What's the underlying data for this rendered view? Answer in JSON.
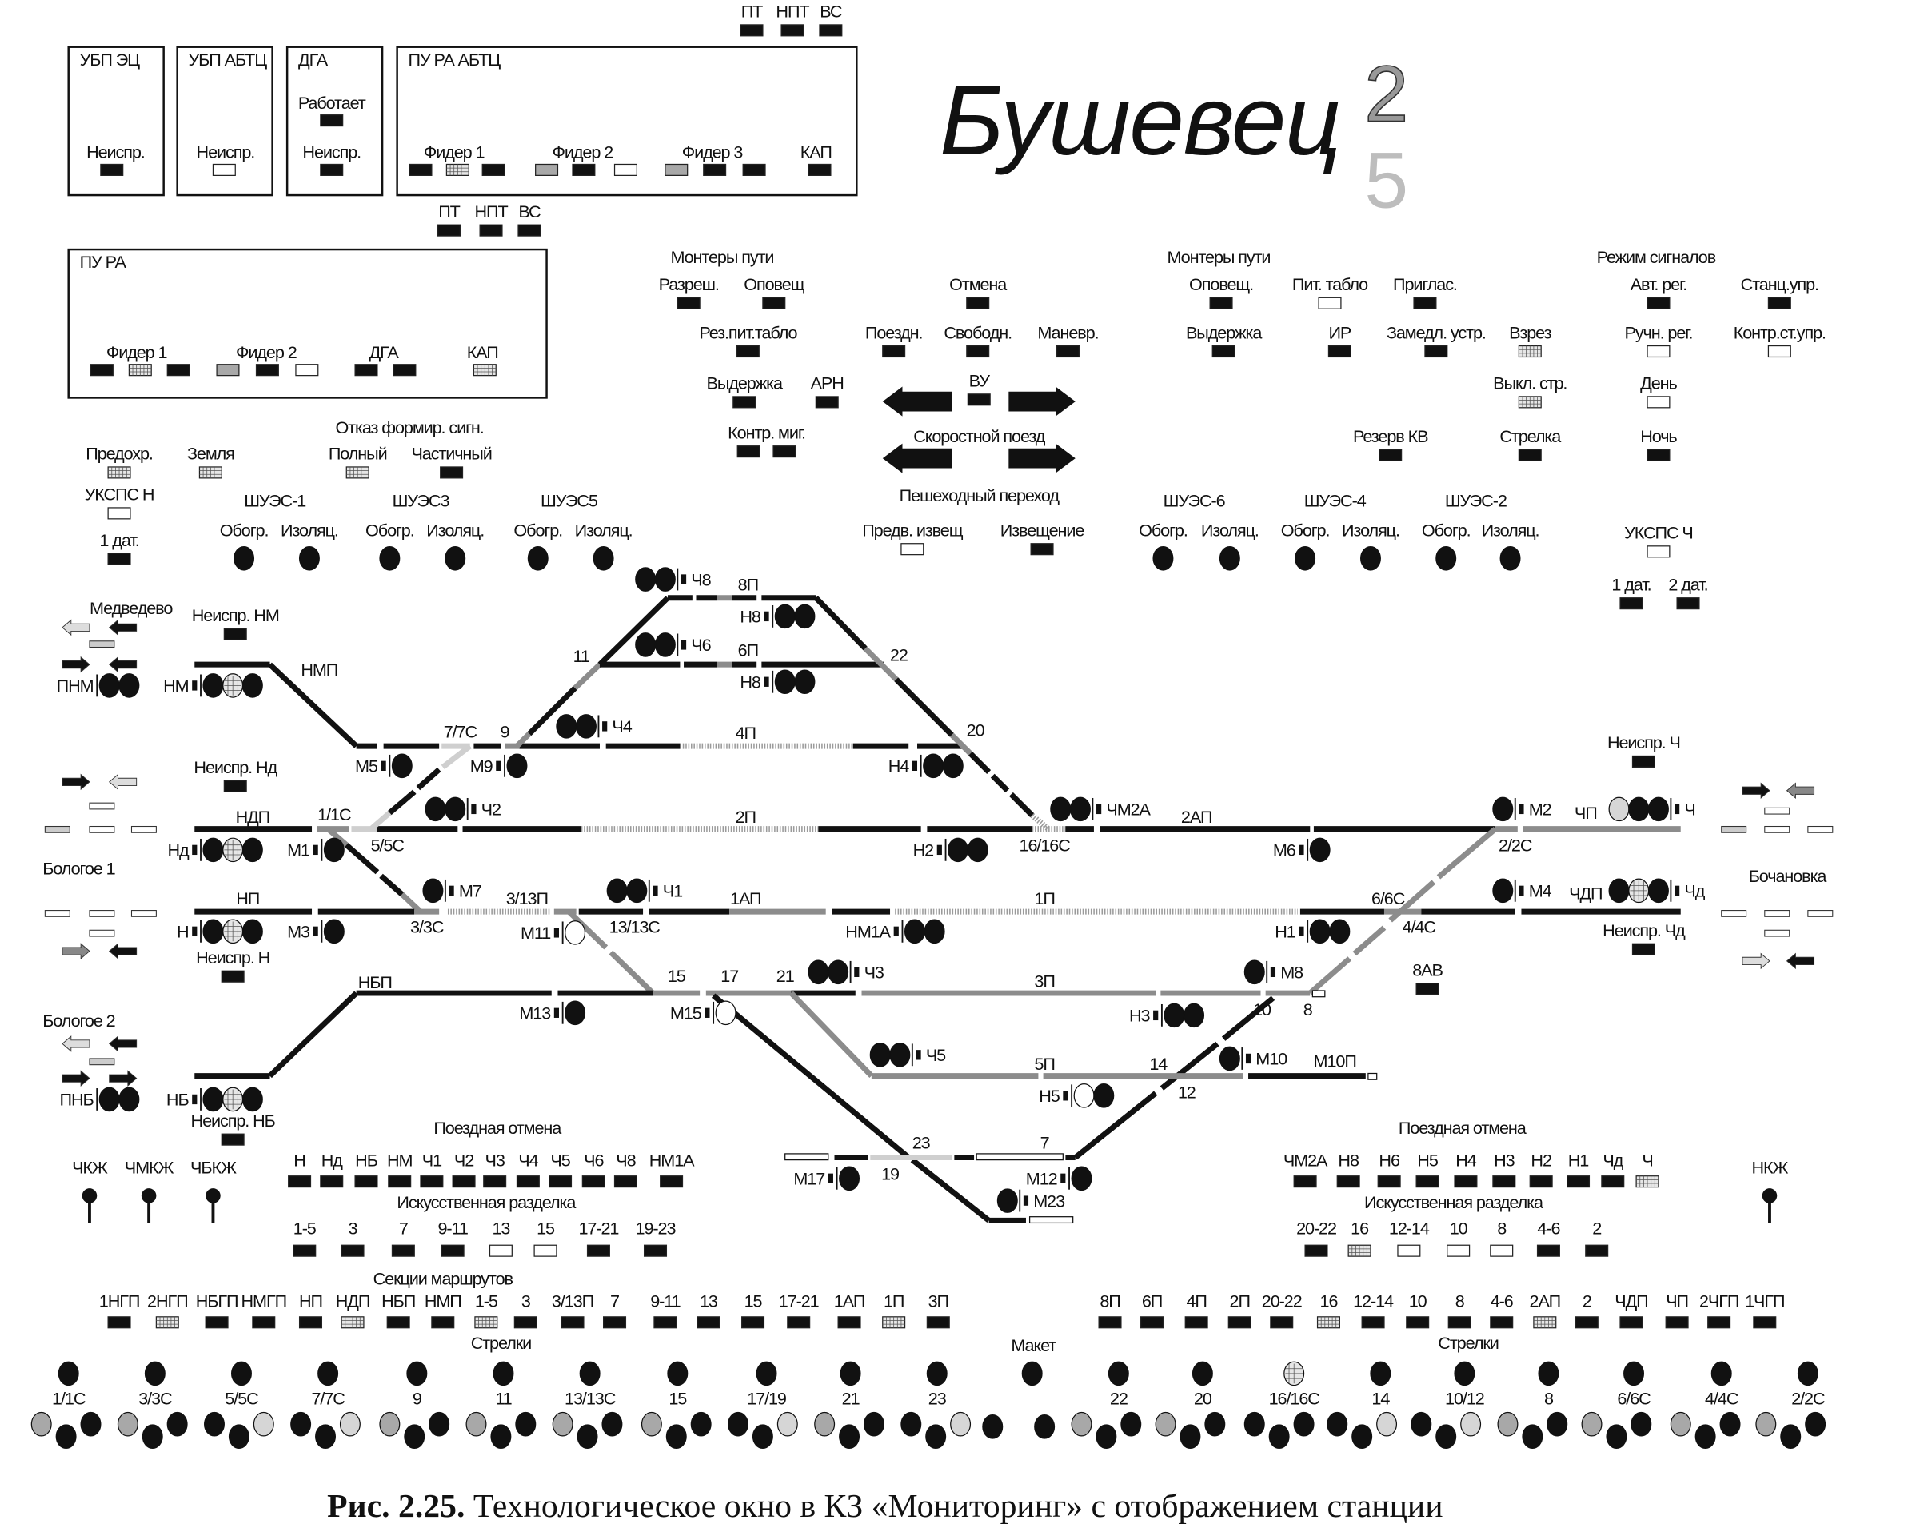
{
  "header": {
    "station": "Бушевец",
    "digit_top": "2",
    "digit_bottom": "5"
  },
  "caption": {
    "label": "Рис. 2.25.",
    "text": " Технологическое окно в КЗ «Мониторинг» с отображением станции"
  },
  "boxes": [
    {
      "title": "УБП ЭЦ",
      "items": [
        {
          "label": "Неиспр.",
          "states": [
            "on"
          ]
        }
      ]
    },
    {
      "title": "УБП АБТЦ",
      "items": [
        {
          "label": "Неиспр.",
          "states": [
            "off"
          ]
        }
      ]
    },
    {
      "title": "ДГА",
      "items": [
        {
          "label": "Работает",
          "states": [
            "on"
          ]
        },
        {
          "label": "Неиспр.",
          "states": [
            "on"
          ]
        }
      ]
    },
    {
      "title": "ПУ РА АБТЦ",
      "items": [
        {
          "label": "Фидер 1",
          "states": [
            "on",
            "grid",
            "on"
          ]
        },
        {
          "label": "Фидер 2",
          "states": [
            "gray",
            "on",
            "off"
          ]
        },
        {
          "label": "Фидер 3",
          "states": [
            "gray",
            "on",
            "on"
          ]
        },
        {
          "label": "КАП",
          "states": [
            "on"
          ]
        }
      ]
    },
    {
      "title": "ПУ РА",
      "items": [
        {
          "label": "Фидер 1",
          "states": [
            "on",
            "grid",
            "on"
          ]
        },
        {
          "label": "Фидер 2",
          "states": [
            "gray",
            "on",
            "off"
          ]
        },
        {
          "label": "ДГА",
          "states": [
            "on",
            "on"
          ]
        },
        {
          "label": "КАП",
          "states": [
            "grid"
          ]
        }
      ]
    }
  ],
  "controls": [
    {
      "label": "Предохр.",
      "states": [
        "grid"
      ]
    },
    {
      "label": "Земля",
      "states": [
        "grid"
      ]
    },
    {
      "label": "Полный",
      "states": [
        "grid"
      ]
    },
    {
      "label": "Частичный",
      "states": [
        "on"
      ]
    },
    {
      "label": "УКСПС Н",
      "states": [
        "off"
      ]
    },
    {
      "label": "1 дат.",
      "states": [
        "on"
      ]
    },
    {
      "label": "Разреш.",
      "states": [
        "on"
      ]
    },
    {
      "label": "Оповещ",
      "states": [
        "on"
      ]
    },
    {
      "label": "Отмена",
      "states": [
        "on"
      ]
    },
    {
      "label": "Рез.пит.табло",
      "states": [
        "on"
      ]
    },
    {
      "label": "Поездн.",
      "states": [
        "on"
      ]
    },
    {
      "label": "Свободн.",
      "states": [
        "on"
      ]
    },
    {
      "label": "Маневр.",
      "states": [
        "on"
      ]
    },
    {
      "label": "Выдержка",
      "states": [
        "on"
      ]
    },
    {
      "label": "АРН",
      "states": [
        "on"
      ]
    },
    {
      "label": "ВУ",
      "states": [
        "on"
      ]
    },
    {
      "label": "Предв. извещ",
      "states": [
        "off"
      ]
    },
    {
      "label": "Извещение",
      "states": [
        "on"
      ]
    },
    {
      "label": "Оповещ.",
      "states": [
        "on"
      ]
    },
    {
      "label": "Пит. табло",
      "states": [
        "off"
      ]
    },
    {
      "label": "Приглас.",
      "states": [
        "on"
      ]
    },
    {
      "label": "Выдержка",
      "states": [
        "on"
      ]
    },
    {
      "label": "ИР",
      "states": [
        "on"
      ]
    },
    {
      "label": "Замедл. устр.",
      "states": [
        "on"
      ]
    },
    {
      "label": "Взрез",
      "states": [
        "grid"
      ]
    },
    {
      "label": "Выкл. стр.",
      "states": [
        "grid"
      ]
    },
    {
      "label": "Резерв КВ",
      "states": [
        "on"
      ]
    },
    {
      "label": "Стрелка",
      "states": [
        "on"
      ]
    },
    {
      "label": "Авт. рег.",
      "states": [
        "on"
      ]
    },
    {
      "label": "Станц.упр.",
      "states": [
        "on"
      ]
    },
    {
      "label": "Ручн. рег.",
      "states": [
        "off"
      ]
    },
    {
      "label": "Контр.ст.упр.",
      "states": [
        "off"
      ]
    },
    {
      "label": "День",
      "states": [
        "off"
      ]
    },
    {
      "label": "Ночь",
      "states": [
        "on"
      ]
    },
    {
      "label": "УКСПС Ч",
      "states": [
        "off"
      ]
    },
    {
      "label": "1 дат.",
      "states": [
        "on"
      ]
    },
    {
      "label": "2 дат.",
      "states": [
        "on"
      ]
    },
    {
      "label": "Неиспр. НМ",
      "states": [
        "on"
      ]
    },
    {
      "label": "Неиспр. Нд",
      "states": [
        "on"
      ]
    },
    {
      "label": "Неиспр. Н",
      "states": [
        "on"
      ]
    },
    {
      "label": "Неиспр. НБ",
      "states": [
        "on"
      ]
    },
    {
      "label": "Неиспр. Ч",
      "states": [
        "on"
      ]
    },
    {
      "label": "Неиспр. Чд",
      "states": [
        "on"
      ]
    },
    {
      "label": "8АВ",
      "states": [
        "on"
      ]
    },
    {
      "label": "Контр. миг.",
      "states": [
        "on",
        "on"
      ]
    },
    {
      "label": "ПТ",
      "states": [
        "on"
      ]
    },
    {
      "label": "НПТ",
      "states": [
        "on"
      ]
    },
    {
      "label": "ВС",
      "states": [
        "on"
      ]
    },
    {
      "label": "ПТ",
      "states": [
        "on"
      ]
    },
    {
      "label": "НПТ",
      "states": [
        "on"
      ]
    },
    {
      "label": "ВС",
      "states": [
        "on"
      ]
    }
  ],
  "headings": [
    "Отказ формир. сигн.",
    "Монтеры пути",
    "Монтеры пути",
    "Режим сигналов",
    "Пешеходный переход",
    "Скоростной поезд",
    "Поездная отмена",
    "Искусственная разделка",
    "Секции маршрутов",
    "Стрелки",
    "Поездная отмена",
    "Искусственная разделка",
    "Стрелки",
    "Макет"
  ],
  "heaters": [
    {
      "name": "ШУЭС-1",
      "items": [
        {
          "label": "Обогр.",
          "state": "on"
        },
        {
          "label": "Изоляц.",
          "state": "on"
        }
      ]
    },
    {
      "name": "ШУЭС3",
      "items": [
        {
          "label": "Обогр.",
          "state": "on"
        },
        {
          "label": "Изоляц.",
          "state": "on"
        }
      ]
    },
    {
      "name": "ШУЭС5",
      "items": [
        {
          "label": "Обогр.",
          "state": "on"
        },
        {
          "label": "Изоляц.",
          "state": "on"
        }
      ]
    },
    {
      "name": "ШУЭС-6",
      "items": [
        {
          "label": "Обогр.",
          "state": "on"
        },
        {
          "label": "Изоляц.",
          "state": "on"
        }
      ]
    },
    {
      "name": "ШУЭС-4",
      "items": [
        {
          "label": "Обогр.",
          "state": "on"
        },
        {
          "label": "Изоляц.",
          "state": "on"
        }
      ]
    },
    {
      "name": "ШУЭС-2",
      "items": [
        {
          "label": "Обогр.",
          "state": "on"
        },
        {
          "label": "Изоляц.",
          "state": "on"
        }
      ]
    }
  ],
  "directions": [
    "Медведево",
    "Бологое 1",
    "Бологое 2",
    "Бочановка"
  ],
  "track_labels": [
    "НМП",
    "7/7С",
    "9",
    "11",
    "8П",
    "6П",
    "22",
    "20",
    "4П",
    "НДП",
    "1/1С",
    "5/5С",
    "2П",
    "16/16С",
    "2АП",
    "2/2С",
    "ЧП",
    "НП",
    "3/3С",
    "3/13П",
    "13/13С",
    "1АП",
    "1П",
    "6/6С",
    "4/4С",
    "ЧДП",
    "НБП",
    "15",
    "17",
    "21",
    "3П",
    "10",
    "8",
    "5П",
    "14",
    "12",
    "М10П",
    "23",
    "7",
    "19"
  ],
  "signals": [
    {
      "name": "ПНМ",
      "lamps": [
        "on",
        "on"
      ]
    },
    {
      "name": "НМ",
      "lamps": [
        "on",
        "grid",
        "on"
      ]
    },
    {
      "name": "Нд",
      "lamps": [
        "on",
        "grid",
        "on"
      ]
    },
    {
      "name": "Н",
      "lamps": [
        "on",
        "grid",
        "on"
      ]
    },
    {
      "name": "ПНБ",
      "lamps": [
        "on",
        "on"
      ]
    },
    {
      "name": "НБ",
      "lamps": [
        "on",
        "grid",
        "on"
      ]
    },
    {
      "name": "М1",
      "lamps": [
        "on"
      ]
    },
    {
      "name": "М3",
      "lamps": [
        "on"
      ]
    },
    {
      "name": "М5",
      "lamps": [
        "on"
      ]
    },
    {
      "name": "М9",
      "lamps": [
        "on"
      ]
    },
    {
      "name": "Ч2",
      "lamps": [
        "on",
        "on"
      ]
    },
    {
      "name": "М7",
      "lamps": [
        "on"
      ]
    },
    {
      "name": "Ч4",
      "lamps": [
        "on",
        "on"
      ]
    },
    {
      "name": "Ч8",
      "lamps": [
        "on",
        "on"
      ]
    },
    {
      "name": "Н8",
      "lamps": [
        "on",
        "on"
      ]
    },
    {
      "name": "Ч6",
      "lamps": [
        "on",
        "on"
      ]
    },
    {
      "name": "Н8",
      "lamps": [
        "on",
        "on"
      ]
    },
    {
      "name": "Н4",
      "lamps": [
        "on",
        "on"
      ]
    },
    {
      "name": "Н2",
      "lamps": [
        "on",
        "on"
      ]
    },
    {
      "name": "Ч1",
      "lamps": [
        "on",
        "on"
      ]
    },
    {
      "name": "М11",
      "lamps": [
        "off"
      ]
    },
    {
      "name": "НМ1А",
      "lamps": [
        "on",
        "on"
      ]
    },
    {
      "name": "М13",
      "lamps": [
        "on"
      ]
    },
    {
      "name": "М15",
      "lamps": [
        "off"
      ]
    },
    {
      "name": "Ч3",
      "lamps": [
        "on",
        "on"
      ]
    },
    {
      "name": "Ч5",
      "lamps": [
        "on",
        "on"
      ]
    },
    {
      "name": "ЧМ2А",
      "lamps": [
        "on",
        "on"
      ]
    },
    {
      "name": "М6",
      "lamps": [
        "on"
      ]
    },
    {
      "name": "Н1",
      "lamps": [
        "on",
        "on"
      ]
    },
    {
      "name": "М8",
      "lamps": [
        "on"
      ]
    },
    {
      "name": "Н3",
      "lamps": [
        "on",
        "on"
      ]
    },
    {
      "name": "М10",
      "lamps": [
        "on"
      ]
    },
    {
      "name": "Н5",
      "lamps": [
        "off",
        "on"
      ]
    },
    {
      "name": "М12",
      "lamps": [
        "on"
      ]
    },
    {
      "name": "М23",
      "lamps": [
        "on"
      ]
    },
    {
      "name": "М17",
      "lamps": [
        "on"
      ]
    },
    {
      "name": "М2",
      "lamps": [
        "on"
      ]
    },
    {
      "name": "Ч",
      "lamps": [
        "light",
        "on",
        "on"
      ]
    },
    {
      "name": "М4",
      "lamps": [
        "on"
      ]
    },
    {
      "name": "Чд",
      "lamps": [
        "on",
        "grid",
        "on"
      ]
    }
  ],
  "key_locks": [
    "ЧКЖ",
    "ЧМКЖ",
    "ЧБКЖ",
    "НКЖ"
  ],
  "route_cancel_left": [
    {
      "label": "Н",
      "state": "on"
    },
    {
      "label": "Нд",
      "state": "on"
    },
    {
      "label": "НБ",
      "state": "on"
    },
    {
      "label": "НМ",
      "state": "on"
    },
    {
      "label": "Ч1",
      "state": "on"
    },
    {
      "label": "Ч2",
      "state": "on"
    },
    {
      "label": "Ч3",
      "state": "on"
    },
    {
      "label": "Ч4",
      "state": "on"
    },
    {
      "label": "Ч5",
      "state": "on"
    },
    {
      "label": "Ч6",
      "state": "on"
    },
    {
      "label": "Ч8",
      "state": "on"
    },
    {
      "label": "НМ1А",
      "state": "on"
    }
  ],
  "route_cancel_right": [
    {
      "label": "ЧМ2А",
      "state": "on"
    },
    {
      "label": "Н8",
      "state": "on"
    },
    {
      "label": "Н6",
      "state": "on"
    },
    {
      "label": "Н5",
      "state": "on"
    },
    {
      "label": "Н4",
      "state": "on"
    },
    {
      "label": "Н3",
      "state": "on"
    },
    {
      "label": "Н2",
      "state": "on"
    },
    {
      "label": "Н1",
      "state": "on"
    },
    {
      "label": "Чд",
      "state": "on"
    },
    {
      "label": "Ч",
      "state": "grid"
    }
  ],
  "art_release_left": [
    {
      "label": "1-5",
      "state": "on"
    },
    {
      "label": "3",
      "state": "on"
    },
    {
      "label": "7",
      "state": "on"
    },
    {
      "label": "9-11",
      "state": "on"
    },
    {
      "label": "13",
      "state": "off"
    },
    {
      "label": "15",
      "state": "off"
    },
    {
      "label": "17-21",
      "state": "on"
    },
    {
      "label": "19-23",
      "state": "on"
    }
  ],
  "art_release_right": [
    {
      "label": "20-22",
      "state": "on"
    },
    {
      "label": "16",
      "state": "grid"
    },
    {
      "label": "12-14",
      "state": "off"
    },
    {
      "label": "10",
      "state": "off"
    },
    {
      "label": "8",
      "state": "off"
    },
    {
      "label": "4-6",
      "state": "on"
    },
    {
      "label": "2",
      "state": "on"
    }
  ],
  "route_sections_left": [
    {
      "label": "1НГП",
      "state": "on"
    },
    {
      "label": "2НГП",
      "state": "grid"
    },
    {
      "label": "НБГП",
      "state": "on"
    },
    {
      "label": "НМГП",
      "state": "on"
    },
    {
      "label": "НП",
      "state": "on"
    },
    {
      "label": "НДП",
      "state": "grid"
    },
    {
      "label": "НБП",
      "state": "on"
    },
    {
      "label": "НМП",
      "state": "on"
    },
    {
      "label": "1-5",
      "state": "grid"
    },
    {
      "label": "3",
      "state": "on"
    },
    {
      "label": "3/13П",
      "state": "on"
    },
    {
      "label": "7",
      "state": "on"
    },
    {
      "label": "9-11",
      "state": "on"
    },
    {
      "label": "13",
      "state": "on"
    },
    {
      "label": "15",
      "state": "on"
    },
    {
      "label": "17-21",
      "state": "on"
    },
    {
      "label": "1АП",
      "state": "on"
    },
    {
      "label": "1П",
      "state": "grid"
    },
    {
      "label": "3П",
      "state": "on"
    }
  ],
  "route_sections_right": [
    {
      "label": "8П",
      "state": "on"
    },
    {
      "label": "6П",
      "state": "on"
    },
    {
      "label": "4П",
      "state": "on"
    },
    {
      "label": "2П",
      "state": "on"
    },
    {
      "label": "20-22",
      "state": "on"
    },
    {
      "label": "16",
      "state": "grid"
    },
    {
      "label": "12-14",
      "state": "on"
    },
    {
      "label": "10",
      "state": "on"
    },
    {
      "label": "8",
      "state": "on"
    },
    {
      "label": "4-6",
      "state": "on"
    },
    {
      "label": "2АП",
      "state": "grid"
    },
    {
      "label": "2",
      "state": "on"
    },
    {
      "label": "ЧДП",
      "state": "on"
    },
    {
      "label": "ЧП",
      "state": "on"
    },
    {
      "label": "2ЧГП",
      "state": "on"
    },
    {
      "label": "1ЧГП",
      "state": "on"
    }
  ],
  "switches_left": [
    {
      "label": "1/1С",
      "state": "on"
    },
    {
      "label": "3/3С",
      "state": "on"
    },
    {
      "label": "5/5С",
      "state": "on"
    },
    {
      "label": "7/7С",
      "state": "on"
    },
    {
      "label": "9",
      "state": "on"
    },
    {
      "label": "11",
      "state": "on"
    },
    {
      "label": "13/13С",
      "state": "on"
    },
    {
      "label": "15",
      "state": "on"
    },
    {
      "label": "17/19",
      "state": "on"
    },
    {
      "label": "21",
      "state": "on"
    },
    {
      "label": "23",
      "state": "on"
    }
  ],
  "switches_right": [
    {
      "label": "22",
      "state": "on"
    },
    {
      "label": "20",
      "state": "on"
    },
    {
      "label": "16/16С",
      "state": "grid"
    },
    {
      "label": "14",
      "state": "on"
    },
    {
      "label": "10/12",
      "state": "on"
    },
    {
      "label": "8",
      "state": "on"
    },
    {
      "label": "6/6С",
      "state": "on"
    },
    {
      "label": "4/4С",
      "state": "on"
    },
    {
      "label": "2/2С",
      "state": "on"
    }
  ],
  "maket_state": "on",
  "switch_dots_left": [
    [
      "gray",
      "on"
    ],
    [
      "gray",
      "on"
    ],
    [
      "on",
      "light"
    ],
    [
      "on",
      "light"
    ],
    [
      "gray",
      "on"
    ],
    [
      "gray",
      "on"
    ],
    [
      "gray",
      "on"
    ],
    [
      "gray",
      "on"
    ],
    [
      "on",
      "light"
    ],
    [
      "gray",
      "on"
    ],
    [
      "on",
      "light"
    ]
  ],
  "switch_dots_right": [
    [
      "gray",
      "on"
    ],
    [
      "gray",
      "on"
    ],
    [
      "on",
      "on"
    ],
    [
      "on",
      "light"
    ],
    [
      "on",
      "light"
    ],
    [
      "gray",
      "on"
    ],
    [
      "gray",
      "on"
    ],
    [
      "gray",
      "on"
    ],
    [
      "gray",
      "on"
    ]
  ],
  "extra_dots": [
    "on",
    "on"
  ]
}
